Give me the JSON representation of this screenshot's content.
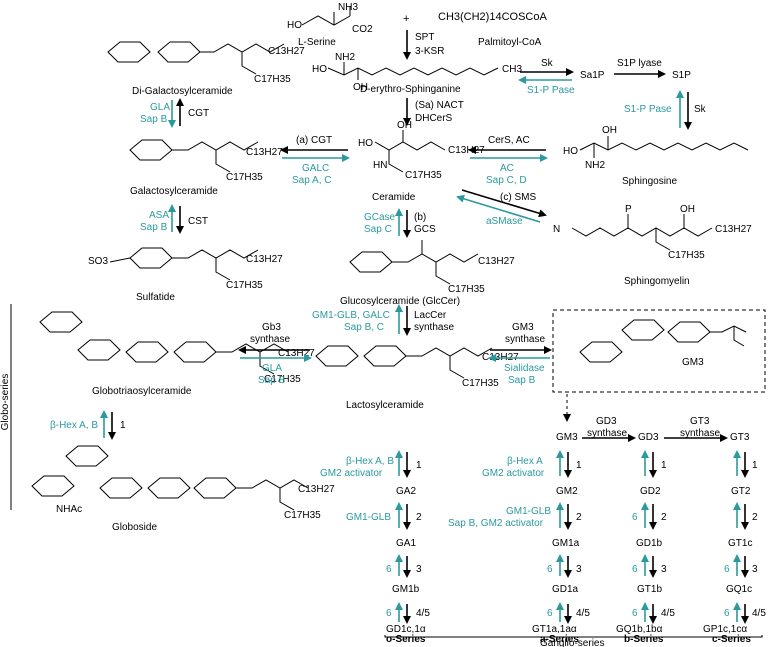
{
  "colors": {
    "enzyme_teal": "#2a9a9e",
    "black": "#000000"
  },
  "top": {
    "serine": "L-Serine",
    "plus": "+",
    "palmitoyl_formula": "CH3(CH2)14COSCoA",
    "palmitoyl": "Palmitoyl-CoA",
    "spt": "SPT",
    "ksr": "3-KSR",
    "sphinganine": "D-erythro-Sphinganine",
    "sk": "Sk",
    "s1p_pase": "S1-P Pase",
    "sa1p": "Sa1P",
    "s1p_lyase": "S1P lyase",
    "s1p": "S1P",
    "s1p_pase2": "S1-P Pase",
    "sk2": "Sk"
  },
  "mid": {
    "sa_nact": "(Sa) NACT",
    "dhcers": "DHCerS",
    "ceramide": "Ceramide",
    "cgt_a": "(a) CGT",
    "galc": "GALC",
    "sap_ac": "Sap A, C",
    "cers_ac": "CerS, AC",
    "ac": "AC",
    "sap_cd": "Sap C, D",
    "sphingosine": "Sphingosine",
    "sms": "(c) SMS",
    "smase": "aSMase",
    "sphingomyelin": "Sphingomyelin",
    "gcase": "GCase",
    "sap_c": "Sap C",
    "b_gcs": "(b)",
    "gcs": "GCS",
    "glccer": "Glucosylceramide (GlcCer)"
  },
  "left": {
    "digal": "Di-Galactosylceramide",
    "gla1": "GLA",
    "sapb1": "Sap B",
    "cgt": "CGT",
    "galcer": "Galactosylceramide",
    "asa": "ASA",
    "sapb2": "Sap B",
    "cst": "CST",
    "sulfatide": "Sulfatide"
  },
  "globo": {
    "series": "Globo-series",
    "gb3": "Gb3",
    "synthase": "synthase",
    "gla": "GLA",
    "sapb": "Sap B",
    "globotri": "Globotriaosylceramide",
    "bhex": "β-Hex A, B",
    "one": "1",
    "globoside": "Globoside"
  },
  "lac": {
    "gm1glb_galc": "GM1-GLB, GALC",
    "sapbc": "Sap B, C",
    "laccer": "LacCer",
    "synthase": "synthase",
    "lactosyl": "Lactosylceramide",
    "gm3": "GM3",
    "gm3_synthase": "synthase",
    "sialidase": "Sialidase",
    "sapb": "Sap B",
    "gm3_box": "GM3"
  },
  "ganglio": {
    "o": {
      "items": [
        "GA2",
        "GA1",
        "GM1b",
        "GD1c,1α"
      ],
      "series": "o-Series",
      "e1": "β-Hex A, B",
      "e1b": "GM2 activator",
      "e2": "GM1-GLB",
      "e3": "6",
      "e4": "6"
    },
    "a": {
      "items": [
        "GM3",
        "GM2",
        "GM1a",
        "GD1a",
        "GT1a,1aα"
      ],
      "series": "a-Series",
      "e1": "β-Hex A",
      "e1b": "GM2 activator",
      "e2": "GM1-GLB",
      "e2b": "Sap B, GM2 activator",
      "e3": "6",
      "e4": "6"
    },
    "b": {
      "items": [
        "GD3",
        "GD2",
        "GD1b",
        "GT1b",
        "GQ1b,1bα"
      ],
      "series": "b-Series",
      "e": [
        "6",
        "6",
        "6"
      ]
    },
    "c": {
      "items": [
        "GT3",
        "GT2",
        "GT1c",
        "GQ1c",
        "GP1c,1cα"
      ],
      "series": "c-Series",
      "e": [
        "6",
        "6"
      ]
    },
    "gd3_syn": "GD3",
    "gt3_syn": "GT3",
    "synthase": "synthase",
    "steps": [
      "1",
      "2",
      "3",
      "4/5"
    ],
    "footer": "Ganglio-series"
  }
}
